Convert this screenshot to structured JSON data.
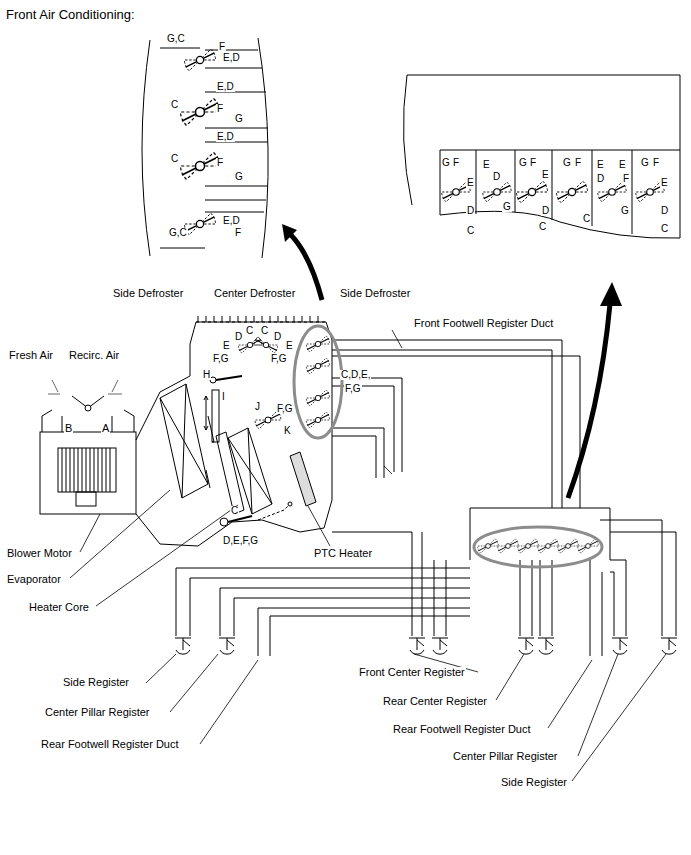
{
  "diagram": {
    "title": "Front Air Conditioning:",
    "labels": [
      "Side Defroster",
      "Center Defroster",
      "Side Defroster",
      "Front Footwell Register Duct",
      "Fresh Air",
      "Recirc. Air",
      "B",
      "A",
      "E",
      "D",
      "C",
      "C",
      "D",
      "E",
      "F,G",
      "F,G",
      "H",
      "I",
      "C,D,E,",
      "F,G",
      "J",
      "F,G",
      "K",
      "C",
      "D,E,F,G",
      "PTC Heater",
      "Blower Motor",
      "Evaporator",
      "Heater Core",
      "Side Register",
      "Center Pillar Register",
      "Rear Footwell Register Duct",
      "Front Center Register",
      "Rear Center Register",
      "Rear Footwell Register Duct",
      "Center Pillar Register",
      "Side Register",
      "G,C",
      "F",
      "E,D",
      "E,D",
      "C",
      "F",
      "G",
      "E,D",
      "C",
      "F",
      "G",
      "E,D",
      "G,C",
      "F",
      "G",
      "F",
      "E",
      "D",
      "C",
      "E",
      "D",
      "G",
      "G",
      "F",
      "E",
      "D",
      "C",
      "G",
      "F",
      "C",
      "E",
      "D",
      "E",
      "F",
      "G",
      "G",
      "F",
      "E",
      "D",
      "C"
    ]
  }
}
